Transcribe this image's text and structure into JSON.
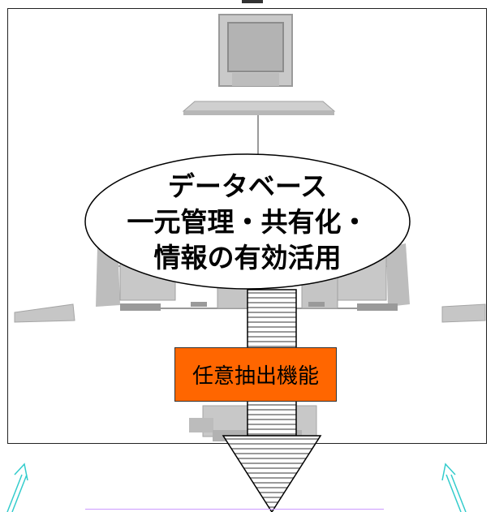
{
  "diagram": {
    "ellipse_lines": [
      "データベース",
      "一元管理・共有化・",
      "情報の有効活用"
    ],
    "function_box": "任意抽出機能"
  },
  "colors": {
    "function_box_fill": "#ff6600",
    "arrow_stripes": "#999999",
    "corner_arrows": "#33cccc",
    "underline": "#cc99ff"
  },
  "icons": [
    "monitor-icon",
    "keyboard-icon",
    "workstation-icon",
    "printer-icon",
    "down-arrow-icon",
    "up-arrow-icon"
  ]
}
